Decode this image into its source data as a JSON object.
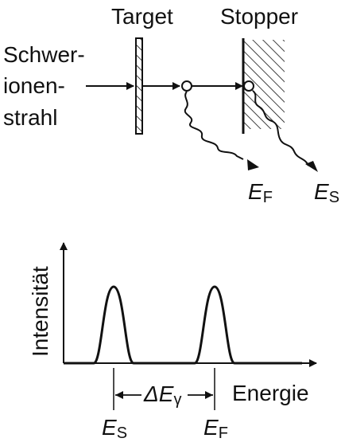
{
  "top": {
    "target_label": "Target",
    "stopper_label": "Stopper",
    "beam_label_lines": [
      "Schwer-",
      "ionen-",
      "strahl"
    ],
    "ef_symbol": "E",
    "ef_sub": "F",
    "es_symbol": "E",
    "es_sub": "S"
  },
  "spectrum": {
    "ylabel": "Intensität",
    "xlabel": "Energie",
    "delta_symbol": "ΔE",
    "delta_sub": "γ",
    "es_symbol": "E",
    "es_sub": "S",
    "ef_symbol": "E",
    "ef_sub": "F"
  },
  "colors": {
    "ink": "#111111",
    "background": "#ffffff"
  }
}
